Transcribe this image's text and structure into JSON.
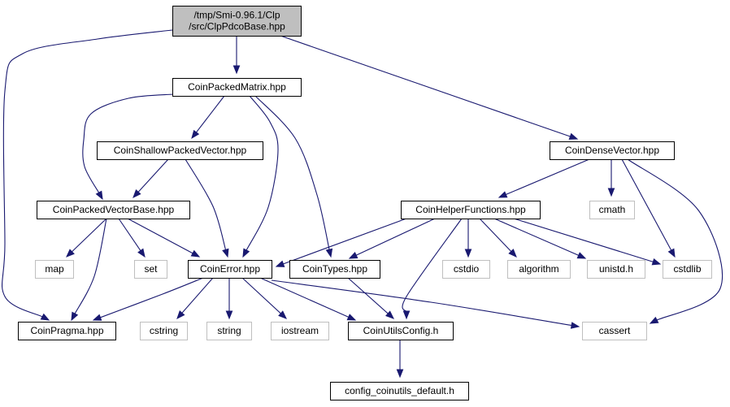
{
  "diagram": {
    "type": "include-dependency-graph",
    "colors": {
      "edge": "#191970",
      "main_node_fill": "#bfbfbf",
      "node_border": "#000000",
      "system_node_border": "#bfbfbf",
      "background": "#ffffff"
    },
    "nodes": [
      {
        "id": "clppdcobase",
        "lines": [
          "/tmp/Smi-0.96.1/Clp",
          "/src/ClpPdcoBase.hpp"
        ],
        "kind": "main"
      },
      {
        "id": "coinpackedmatrix",
        "lines": [
          "CoinPackedMatrix.hpp"
        ],
        "kind": "normal"
      },
      {
        "id": "coinshallowpackedvector",
        "lines": [
          "CoinShallowPackedVector.hpp"
        ],
        "kind": "normal"
      },
      {
        "id": "coindensevector",
        "lines": [
          "CoinDenseVector.hpp"
        ],
        "kind": "normal"
      },
      {
        "id": "coinpackedvectorbase",
        "lines": [
          "CoinPackedVectorBase.hpp"
        ],
        "kind": "normal"
      },
      {
        "id": "coinhelperfunctions",
        "lines": [
          "CoinHelperFunctions.hpp"
        ],
        "kind": "normal"
      },
      {
        "id": "cmath",
        "lines": [
          "cmath"
        ],
        "kind": "system"
      },
      {
        "id": "map",
        "lines": [
          "map"
        ],
        "kind": "system"
      },
      {
        "id": "set",
        "lines": [
          "set"
        ],
        "kind": "system"
      },
      {
        "id": "coinerror",
        "lines": [
          "CoinError.hpp"
        ],
        "kind": "normal"
      },
      {
        "id": "cointypes",
        "lines": [
          "CoinTypes.hpp"
        ],
        "kind": "normal"
      },
      {
        "id": "cstdio",
        "lines": [
          "cstdio"
        ],
        "kind": "system"
      },
      {
        "id": "algorithm",
        "lines": [
          "algorithm"
        ],
        "kind": "system"
      },
      {
        "id": "unistd",
        "lines": [
          "unistd.h"
        ],
        "kind": "system"
      },
      {
        "id": "cstdlib",
        "lines": [
          "cstdlib"
        ],
        "kind": "system"
      },
      {
        "id": "coinpragma",
        "lines": [
          "CoinPragma.hpp"
        ],
        "kind": "normal"
      },
      {
        "id": "cstring",
        "lines": [
          "cstring"
        ],
        "kind": "system"
      },
      {
        "id": "string",
        "lines": [
          "string"
        ],
        "kind": "system"
      },
      {
        "id": "iostream",
        "lines": [
          "iostream"
        ],
        "kind": "system"
      },
      {
        "id": "coinutilsconfig",
        "lines": [
          "CoinUtilsConfig.h"
        ],
        "kind": "normal"
      },
      {
        "id": "cassert",
        "lines": [
          "cassert"
        ],
        "kind": "system"
      },
      {
        "id": "configdefault",
        "lines": [
          "config_coinutils_default.h"
        ],
        "kind": "normal"
      }
    ],
    "edges": [
      {
        "from": "clppdcobase",
        "to": "coinpackedmatrix"
      },
      {
        "from": "clppdcobase",
        "to": "coindensevector"
      },
      {
        "from": "clppdcobase",
        "to": "coinpragma"
      },
      {
        "from": "coinpackedmatrix",
        "to": "coinshallowpackedvector"
      },
      {
        "from": "coinpackedmatrix",
        "to": "coinpackedvectorbase"
      },
      {
        "from": "coinpackedmatrix",
        "to": "coinerror"
      },
      {
        "from": "coinpackedmatrix",
        "to": "cointypes"
      },
      {
        "from": "coinshallowpackedvector",
        "to": "coinpackedvectorbase"
      },
      {
        "from": "coinshallowpackedvector",
        "to": "coinerror"
      },
      {
        "from": "coinpackedvectorbase",
        "to": "map"
      },
      {
        "from": "coinpackedvectorbase",
        "to": "set"
      },
      {
        "from": "coinpackedvectorbase",
        "to": "coinerror"
      },
      {
        "from": "coinpackedvectorbase",
        "to": "coinpragma"
      },
      {
        "from": "coinerror",
        "to": "coinpragma"
      },
      {
        "from": "coinerror",
        "to": "cstring"
      },
      {
        "from": "coinerror",
        "to": "string"
      },
      {
        "from": "coinerror",
        "to": "iostream"
      },
      {
        "from": "coinerror",
        "to": "coinutilsconfig"
      },
      {
        "from": "coinerror",
        "to": "cassert"
      },
      {
        "from": "cointypes",
        "to": "coinutilsconfig"
      },
      {
        "from": "coinutilsconfig",
        "to": "configdefault"
      },
      {
        "from": "coindensevector",
        "to": "coinhelperfunctions"
      },
      {
        "from": "coindensevector",
        "to": "cmath"
      },
      {
        "from": "coindensevector",
        "to": "cstdlib"
      },
      {
        "from": "coindensevector",
        "to": "cassert"
      },
      {
        "from": "coinhelperfunctions",
        "to": "coinerror"
      },
      {
        "from": "coinhelperfunctions",
        "to": "cointypes"
      },
      {
        "from": "coinhelperfunctions",
        "to": "coinutilsconfig"
      },
      {
        "from": "coinhelperfunctions",
        "to": "cstdio"
      },
      {
        "from": "coinhelperfunctions",
        "to": "algorithm"
      },
      {
        "from": "coinhelperfunctions",
        "to": "unistd"
      },
      {
        "from": "coinhelperfunctions",
        "to": "cstdlib"
      }
    ]
  }
}
